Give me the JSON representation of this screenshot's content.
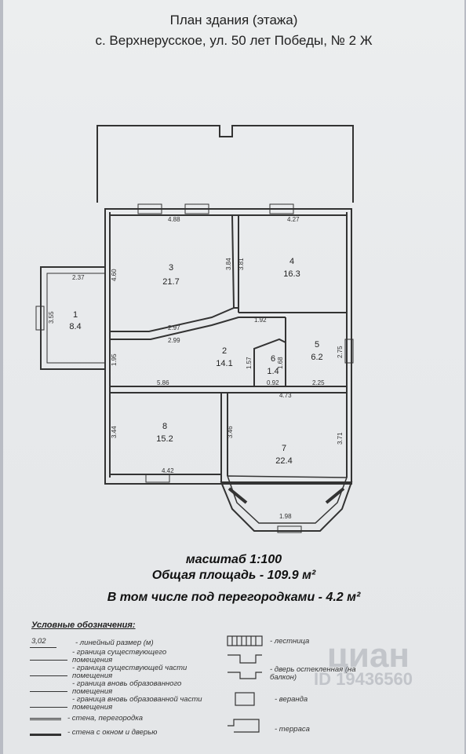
{
  "header": {
    "title": "План здания (этажа)",
    "address": "с. Верхнерусское, ул. 50 лет Победы, № 2 Ж"
  },
  "rooms": [
    {
      "num": "1",
      "area": "8.4"
    },
    {
      "num": "2",
      "area": "14.1"
    },
    {
      "num": "3",
      "area": "21.7"
    },
    {
      "num": "4",
      "area": "16.3"
    },
    {
      "num": "5",
      "area": "6.2"
    },
    {
      "num": "6",
      "area": "1.4"
    },
    {
      "num": "7",
      "area": "22.4"
    },
    {
      "num": "8",
      "area": "15.2"
    }
  ],
  "dimensions": [
    "4.88",
    "4.27",
    "2.37",
    "4.60",
    "3.84",
    "3.81",
    "3.55",
    "1.95",
    "2.97",
    "2.99",
    "1.92",
    "1.57",
    "1.68",
    "2.75",
    "0.92",
    "2.25",
    "4.73",
    "5.86",
    "3.44",
    "3.46",
    "3.71",
    "4.42",
    "1.98"
  ],
  "info": {
    "scale": "масштаб 1:100",
    "total_area": "Общая площадь - 109.9 м²",
    "partitions_area": "В том числе под перегородками - 4.2 м²"
  },
  "legend": {
    "title": "Условные обозначения:",
    "sample_dimension": "3,02",
    "items_left": [
      "- линейный размер (м)",
      "- граница существующего помещения",
      "- граница существующей части помещения",
      "- граница вновь образованного помещения",
      "- граница вновь образованной части помещения",
      "- стена, перегородка",
      "- стена с окном и дверью"
    ],
    "items_right": [
      "- лестница",
      "- дверь остекленная (на балкон)",
      "- веранда",
      "- терраса"
    ]
  },
  "watermark": {
    "brand": "циан",
    "id": "ID 19436560"
  }
}
